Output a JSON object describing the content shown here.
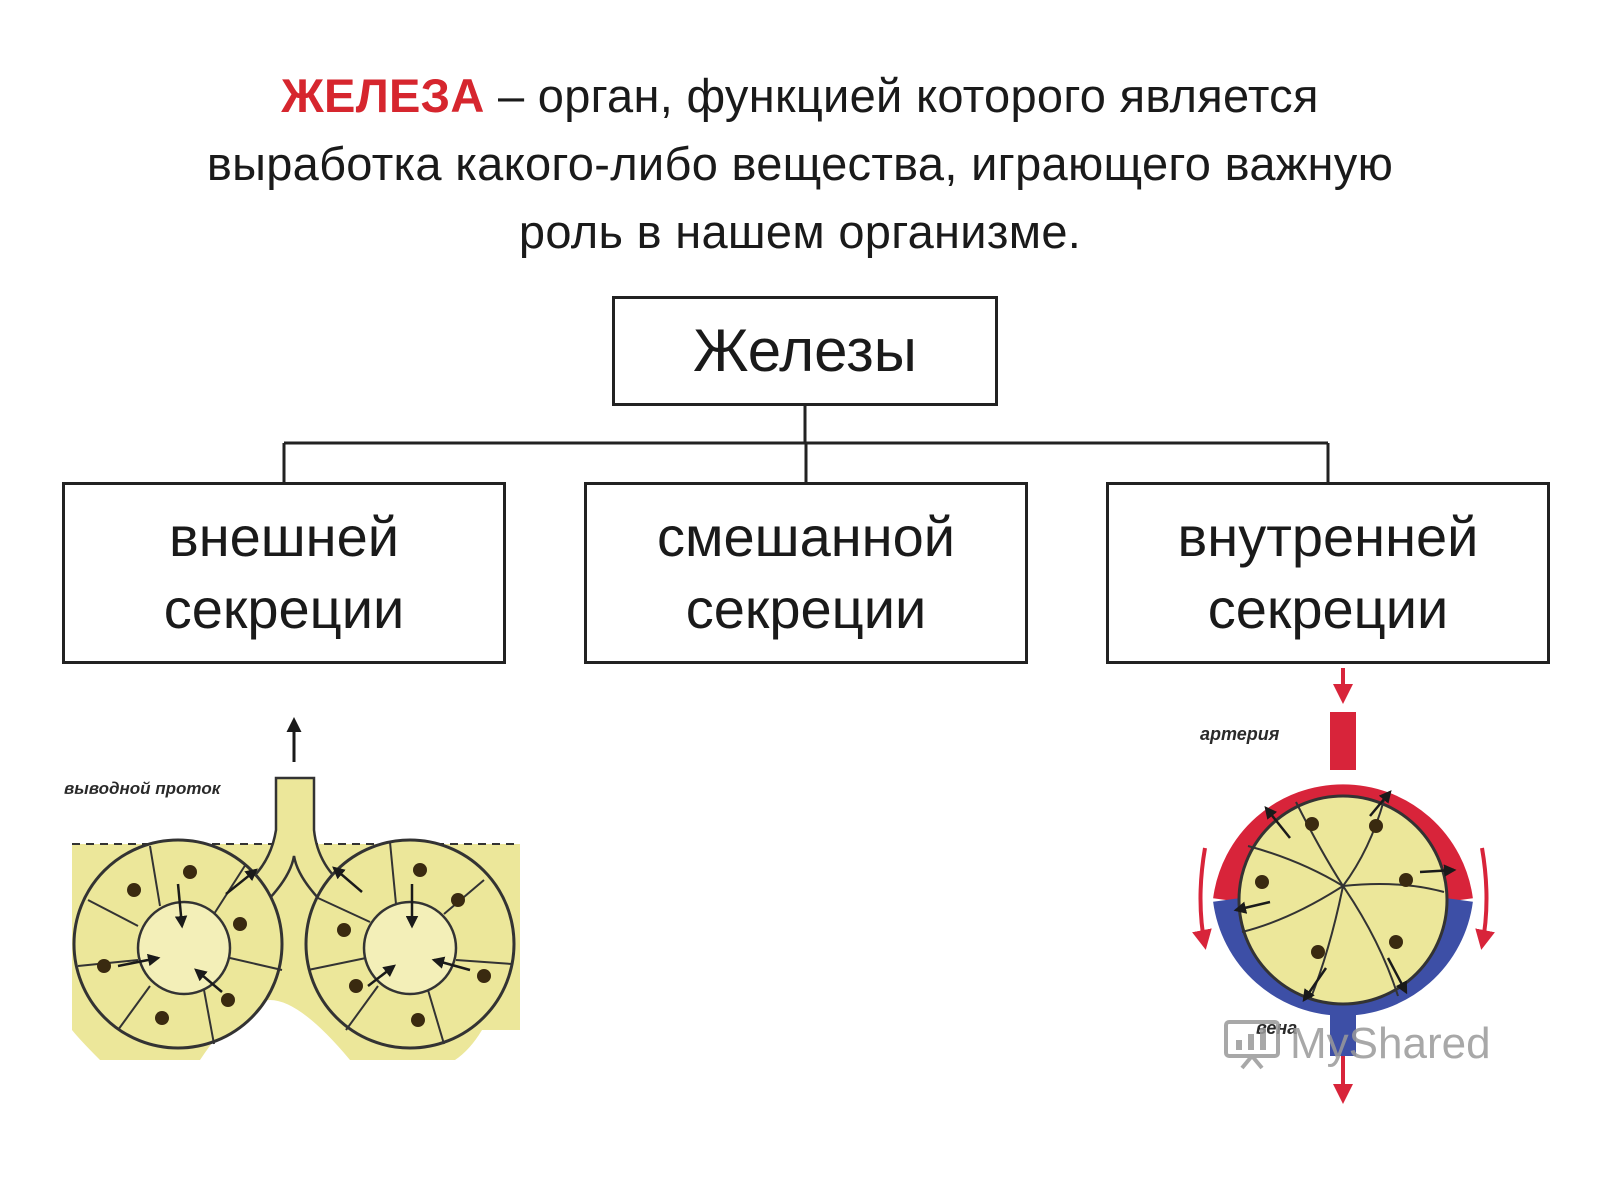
{
  "intro": {
    "term": "ЖЕЛЕЗА",
    "line1": " – орган, функцией которого является",
    "line2": "выработка какого-либо вещества, играющего важную",
    "line3": "роль в нашем организме."
  },
  "diagram": {
    "root": "Железы",
    "children": [
      {
        "line1": "внешней",
        "line2": "секреции"
      },
      {
        "line1": "смешанной",
        "line2": "секреции"
      },
      {
        "line1": "внутренней",
        "line2": "секреции"
      }
    ]
  },
  "illustrations": {
    "exocrine_label": "выводной проток",
    "artery_label": "артерия",
    "vein_label": "вена"
  },
  "watermark": {
    "text": "MyShared"
  },
  "colors": {
    "term_red": "#d6262e",
    "gland_fill": "#ece79a",
    "artery_red": "#d8243a",
    "vein_blue": "#3d4fa6"
  }
}
